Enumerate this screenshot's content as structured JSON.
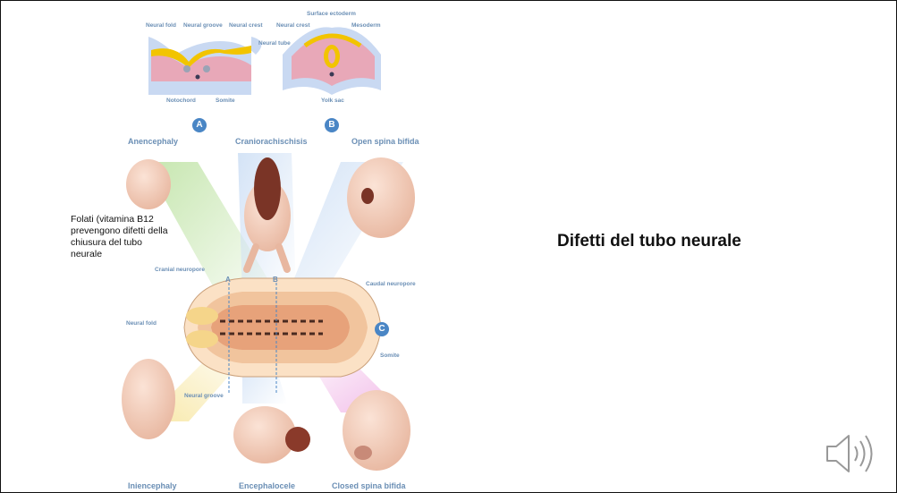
{
  "slide": {
    "title": "Difetti del tubo neurale",
    "note": "Folati (vitamina B12 prevengono difetti della chiusura del tubo neurale"
  },
  "figure": {
    "panel_a": {
      "badge": "A",
      "labels": [
        "Neural fold",
        "Neural groove",
        "Neural crest",
        "Notochord",
        "Somite"
      ]
    },
    "panel_b": {
      "badge": "B",
      "labels": [
        "Surface ectoderm",
        "Neural crest",
        "Mesoderm",
        "Neural tube",
        "Yolk sac"
      ]
    },
    "panel_c": {
      "badge": "C",
      "labels": [
        "Cranial neuropore",
        "Caudal neuropore",
        "Neural fold",
        "Somite",
        "Neural groove"
      ],
      "section_markers": [
        "A",
        "B"
      ]
    },
    "defects": [
      "Anencephaly",
      "Craniorachischisis",
      "Open spina bifida",
      "Iniencephaly",
      "Encephalocele",
      "Closed spina bifida"
    ]
  },
  "audio": {
    "icon": "speaker-icon"
  },
  "colors": {
    "label_blue": "#6b8fb5",
    "badge_blue": "#4a86c5",
    "neural_yellow": "#f2c400",
    "tissue_pink": "#e8a8b8"
  }
}
